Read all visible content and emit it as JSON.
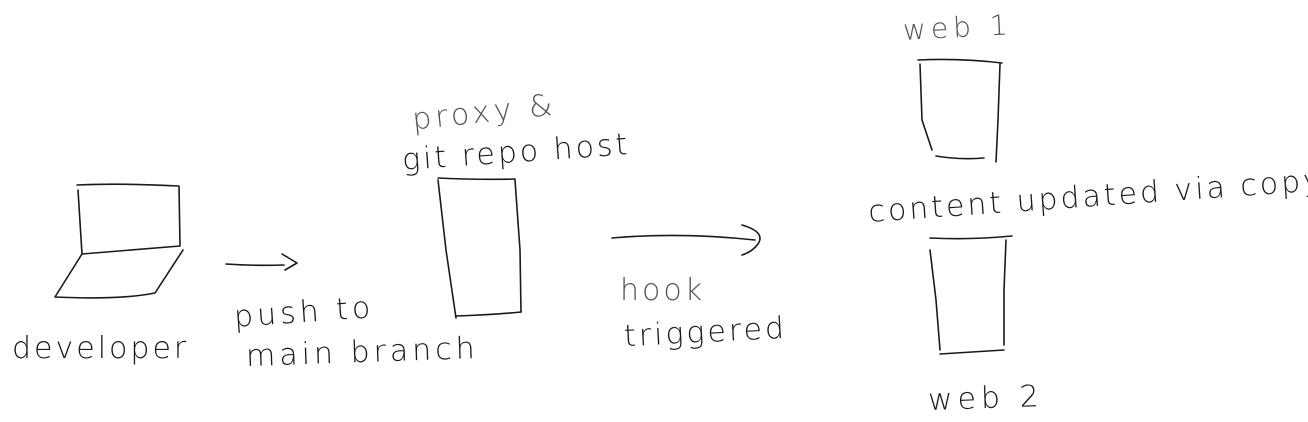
{
  "nodes": {
    "developer": {
      "label": "developer",
      "icon": "laptop-icon"
    },
    "proxy": {
      "label_line1": "proxy &",
      "label_line2": "git repo host",
      "icon": "server-icon"
    },
    "web1": {
      "label": "web 1",
      "icon": "server-icon"
    },
    "web2": {
      "label": "web 2",
      "icon": "server-icon"
    }
  },
  "edges": {
    "push": {
      "label_line1": "push to",
      "label_line2": "main branch"
    },
    "hook": {
      "label_line1": "hook",
      "label_line2": "triggered"
    },
    "content": {
      "label": "content updated via copy"
    }
  },
  "style": {
    "ink": "#1a1a1a",
    "background": "#ffffff"
  }
}
